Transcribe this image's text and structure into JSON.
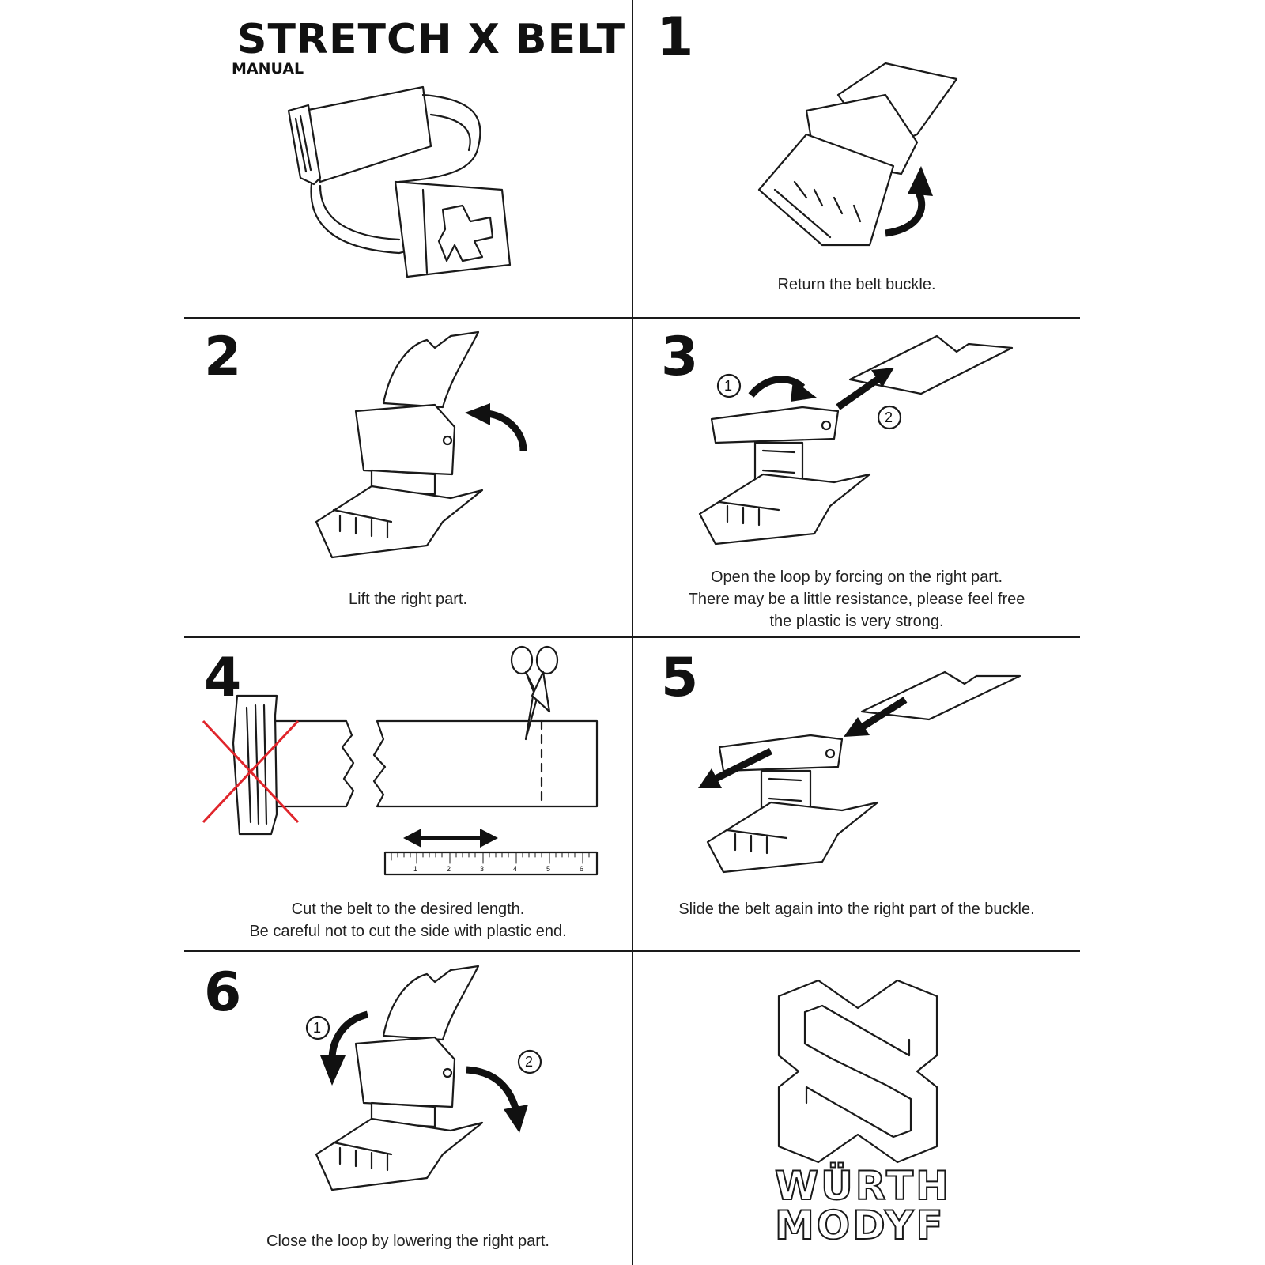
{
  "header": {
    "title": "STRETCH X BELT",
    "subtitle": "MANUAL"
  },
  "steps": [
    {
      "number": "1",
      "caption": [
        "Return the belt buckle."
      ]
    },
    {
      "number": "2",
      "caption": [
        "Lift the right part."
      ]
    },
    {
      "number": "3",
      "caption": [
        "Open the loop by forcing on the right part.",
        "There may be a little resistance, please feel free",
        "the plastic is very strong."
      ],
      "markers": [
        "1",
        "2"
      ]
    },
    {
      "number": "4",
      "caption": [
        "Cut the belt to the desired length.",
        "Be careful not to cut the side with plastic end."
      ],
      "ruler_labels": [
        "1",
        "2",
        "3",
        "4",
        "5",
        "6"
      ]
    },
    {
      "number": "5",
      "caption": [
        "Slide the belt again into the right part of the buckle."
      ]
    },
    {
      "number": "6",
      "caption": [
        "Close the loop by lowering the right part."
      ],
      "markers": [
        "1",
        "2"
      ]
    }
  ],
  "brand": {
    "line1": "WÜRTH",
    "line2": "MODYF"
  },
  "colors": {
    "line": "#1a1a1a",
    "cross": "#e0252b",
    "background": "#ffffff"
  }
}
